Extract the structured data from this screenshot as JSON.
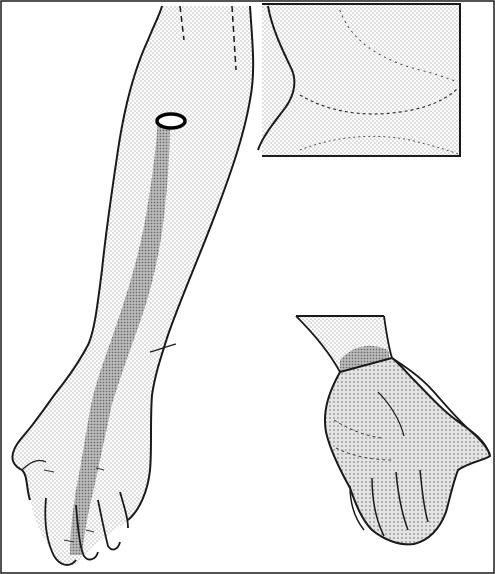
{
  "figure": {
    "colors": {
      "ink": "#1a1a1a",
      "stipple_light": "#b8b8b8",
      "stipple_dark": "#6e6e6e",
      "paper": "#ffffff",
      "frame_border": "#000000"
    },
    "panels": [
      {
        "name": "posterior-arm-view"
      },
      {
        "name": "elbow-inset-view"
      },
      {
        "name": "palm-inset-view"
      }
    ],
    "marker": {
      "shape": "oval-ring"
    }
  }
}
